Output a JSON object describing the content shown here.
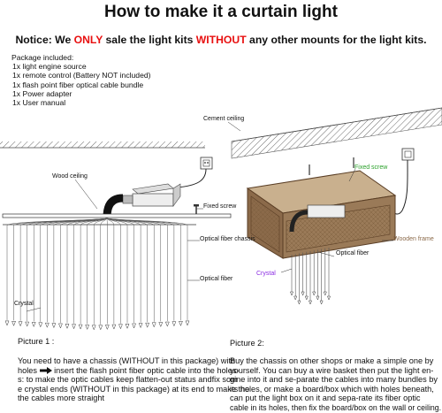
{
  "title": "How to make it a curtain light",
  "notice": {
    "part1": "Notice: We ",
    "only": "ONLY",
    "part2": " sale the light kits ",
    "without": "WITHOUT",
    "part3": " any other mounts for the light kits."
  },
  "package": {
    "heading": "Package included:",
    "items": [
      "1x light engine source",
      "1x remote control (Battery NOT included)",
      "1x flash point fiber optical cable bundle",
      "1x Power adapter",
      "1x User manual"
    ]
  },
  "picture1": {
    "labels": {
      "wood_ceiling": "Wood ceiling",
      "fixed_screw": "Fixed screw",
      "fiber_chassis": "Optical fiber chassis",
      "optical_fiber": "Optical fiber",
      "crystal": "Crystal"
    },
    "caption": "Picture 1 :",
    "desc_a": "You need to have a chassis (WITHOUT in this package) with",
    "desc_b_start": "holes",
    "desc_b_end": "insert the flash point fiber optic cable into the holes-",
    "desc_c": "s: to make the optic cables keep flatten-out status andfix som",
    "desc_d": "e crystal ends (WITHOUT in this package) at its end to make the",
    "desc_e": "the cables more straight"
  },
  "picture2": {
    "labels": {
      "cement_ceiling": "Cement ceiling",
      "fixed_screw": "Fixed screw",
      "wooden_frame": "Wooden frame",
      "optical_fiber": "Optical fiber",
      "crystal": "Crystal"
    },
    "caption": "Picture 2:",
    "desc_lines": [
      "Buy the chassis on other shops or make a simple one by",
      "yourself. You can buy a wire basket then put the light en-",
      "gine into it and se-parate the cables into many bundles by",
      "its holes, or make a board/box which with holes beneath,",
      "can put the light box on it and sepa-rate its fiber optic",
      "cable in its holes, then fix the board/box on the wall or ceiling."
    ]
  },
  "colors": {
    "accent_red": "#e81010",
    "fixed_screw_green": "#2aa02a",
    "crystal_purple": "#8a2be2",
    "wood_brown": "#8b6a4a"
  }
}
